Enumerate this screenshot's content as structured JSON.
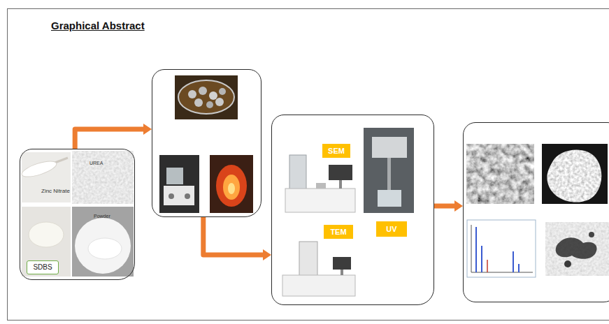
{
  "diagram": {
    "title": "Graphical Abstract",
    "nodes": [
      {
        "text": [
          "Zinc Nitrate",
          "UREA"
        ]
      },
      {
        "text": [
          "SDBS"
        ],
        "in": 0
      },
      {
        "text": []
      },
      {
        "text": []
      },
      {
        "text": [
          "SEM"
        ],
        "in": 3
      },
      {
        "text": [
          "UV"
        ],
        "in": 3
      },
      {
        "text": [
          "TEM"
        ],
        "in": 3
      },
      {
        "text": []
      }
    ],
    "edges": [
      {
        "from": 0,
        "to": 2,
        "arrow": "to"
      },
      {
        "from": 2,
        "to": 3,
        "arrow": "to"
      },
      {
        "from": 3,
        "to": 7,
        "arrow": "to"
      }
    ],
    "labels": [
      "Powder"
    ]
  }
}
